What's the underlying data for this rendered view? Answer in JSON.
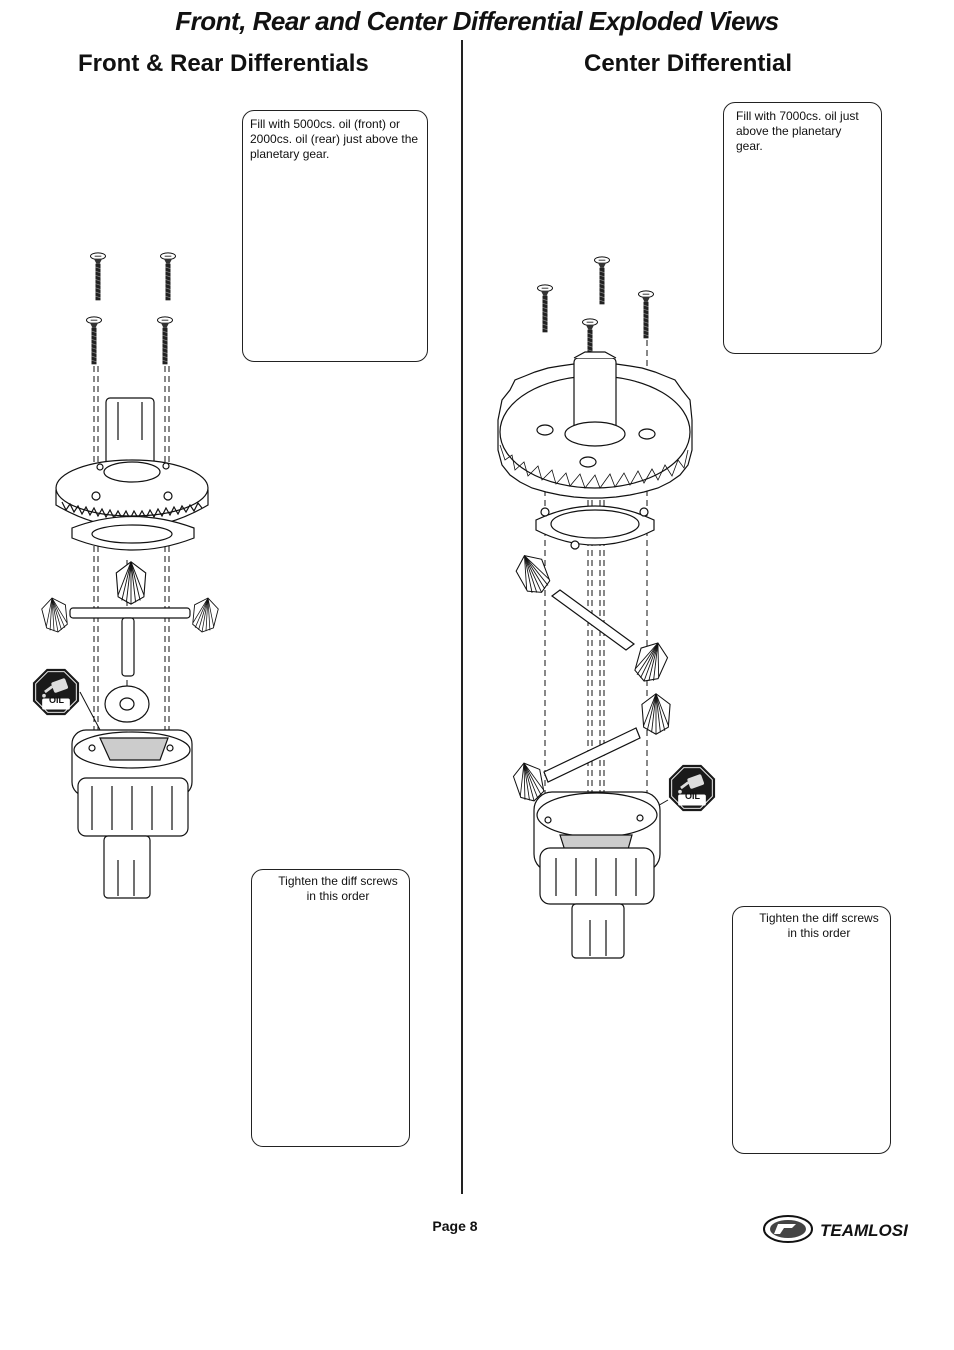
{
  "page": {
    "title": "Front, Rear and Center Differential Exploded Views",
    "page_number": "Page 8"
  },
  "front_rear": {
    "heading": "Front & Rear Differentials",
    "oil_note": "Fill with 5000cs. oil (front) or 2000cs. oil (rear) just above the planetary gear.",
    "tighten_note": "Tighten the  diff screws in this order"
  },
  "center": {
    "heading": "Center Differential",
    "oil_note": "Fill with 7000cs. oil just above the planetary gear.",
    "tighten_note": "Tighten the  diff screws in this order"
  },
  "oil_badge_label": "OIL",
  "brand": {
    "logo_text": "TEAMLOSI"
  },
  "icons": {
    "oil": "oil-can-octagon-icon",
    "tighten": "clockwise-arrow-octagon-icon"
  }
}
